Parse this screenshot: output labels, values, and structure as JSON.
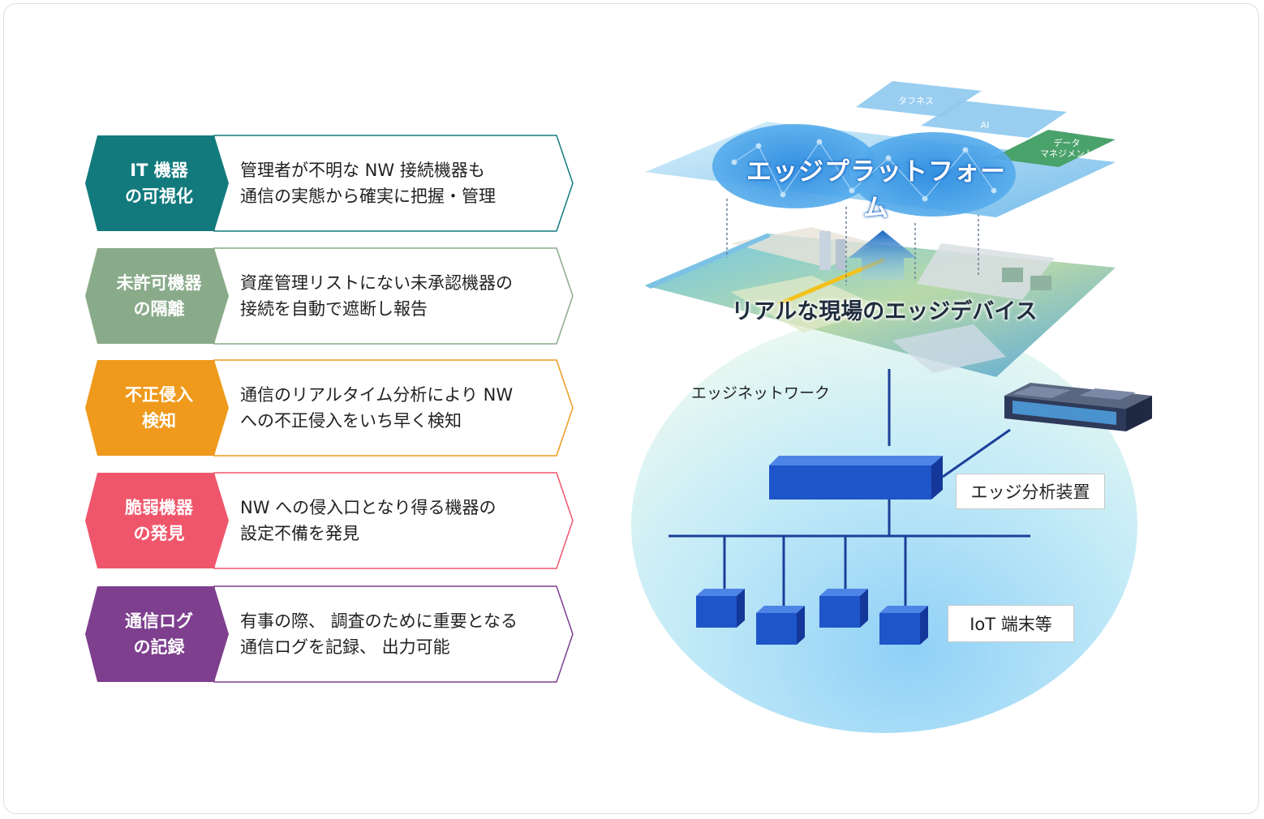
{
  "features": [
    {
      "tag": "IT 機器\nの可視化",
      "desc": "管理者が不明な NW 接続機器も\n通信の実態から確実に把握・管理",
      "color": "#127a7d"
    },
    {
      "tag": "未許可機器\nの隔離",
      "desc": "資産管理リストにない未承認機器の\n接続を自動で遮断し報告",
      "color": "#8aab8a"
    },
    {
      "tag": "不正侵入\n検知",
      "desc": "通信のリアルタイム分析により NW\nへの不正侵入をいち早く検知",
      "color": "#ef9a1c"
    },
    {
      "tag": "脆弱機器\nの発見",
      "desc": "NW への侵入口となり得る機器の\n設定不備を発見",
      "color": "#f0566b"
    },
    {
      "tag": "通信ログ\nの記録",
      "desc": "有事の際、 調査のために重要となる\n通信ログを記録、 出力可能",
      "color": "#7e3f8e"
    }
  ],
  "diagram": {
    "platform_label": "エッジプラットフォーム",
    "tiles": [
      "タフネス",
      "AI",
      "データ\nマネジメント"
    ],
    "site_label": "リアルな現場のエッジデバイス",
    "network_label": "エッジネットワーク",
    "analyzer_label": "エッジ分析装置",
    "iot_label": "IoT 端末等",
    "colors": {
      "network_blue": "#1e55c8",
      "line_blue": "#1c3f9a"
    }
  }
}
